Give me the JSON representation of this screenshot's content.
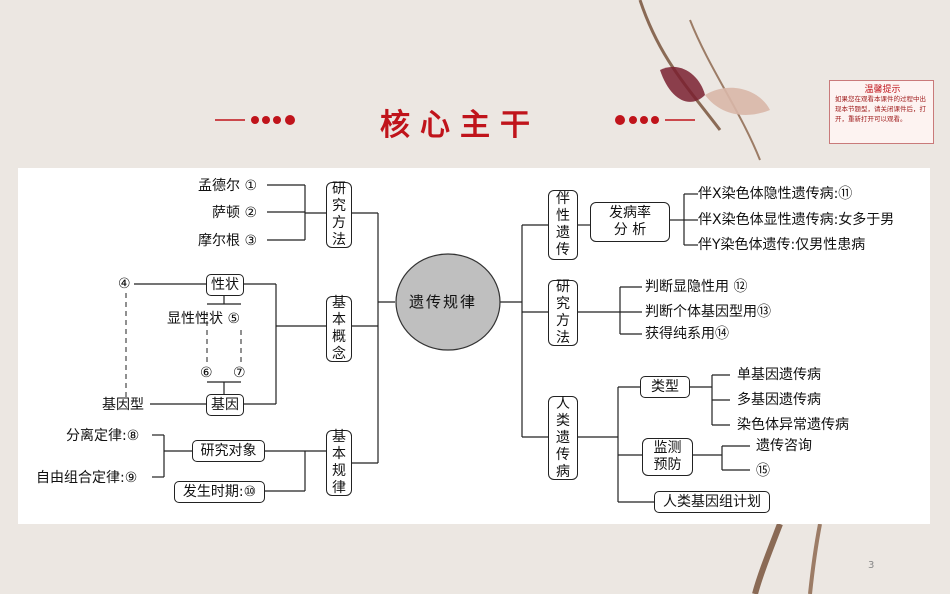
{
  "title": "核心主干",
  "tip": {
    "title": "温馨提示",
    "text": "如果您在观看本课件的过程中出现本节题型，请关闭课件后，打开，重新打开可以观看。"
  },
  "page_number": "3",
  "center": "遗传规律",
  "branches": {
    "research_method_left": {
      "label": [
        "研",
        "究",
        "方",
        "法"
      ],
      "items": [
        "孟德尔 ①",
        "萨顿 ②",
        "摩尔根 ③"
      ]
    },
    "basic_concepts": {
      "label": [
        "基",
        "本",
        "概",
        "念"
      ],
      "trait": "性状",
      "dominant": "显性性状 ⑤",
      "gene": "基因",
      "genotype": "基因型",
      "n4": "④",
      "n6": "⑥",
      "n7": "⑦"
    },
    "basic_laws": {
      "label": [
        "基",
        "本",
        "规",
        "律"
      ],
      "object": "研究对象",
      "period": "发生时期:⑩",
      "segregation": "分离定律:⑧",
      "free_combination": "自由组合定律:⑨"
    },
    "sex_linked": {
      "label": [
        "伴",
        "性",
        "遗",
        "传"
      ],
      "incidence": [
        "发病率",
        "分 析"
      ],
      "items": [
        "伴X染色体隐性遗传病:⑪",
        "伴X染色体显性遗传病:女多于男",
        "伴Y染色体遗传:仅男性患病"
      ]
    },
    "research_method_right": {
      "label": [
        "研",
        "究",
        "方",
        "法"
      ],
      "items": [
        "判断显隐性用 ⑫",
        "判断个体基因型用⑬",
        "获得纯系用⑭"
      ]
    },
    "human_disease": {
      "label": [
        "人",
        "类",
        "遗",
        "传",
        "病"
      ],
      "type_label": "类型",
      "types": [
        "单基因遗传病",
        "多基因遗传病",
        "染色体异常遗传病"
      ],
      "prevention_label": [
        "监测",
        "预防"
      ],
      "prevention": [
        "遗传咨询",
        "⑮"
      ],
      "genome": "人类基因组计划"
    }
  }
}
